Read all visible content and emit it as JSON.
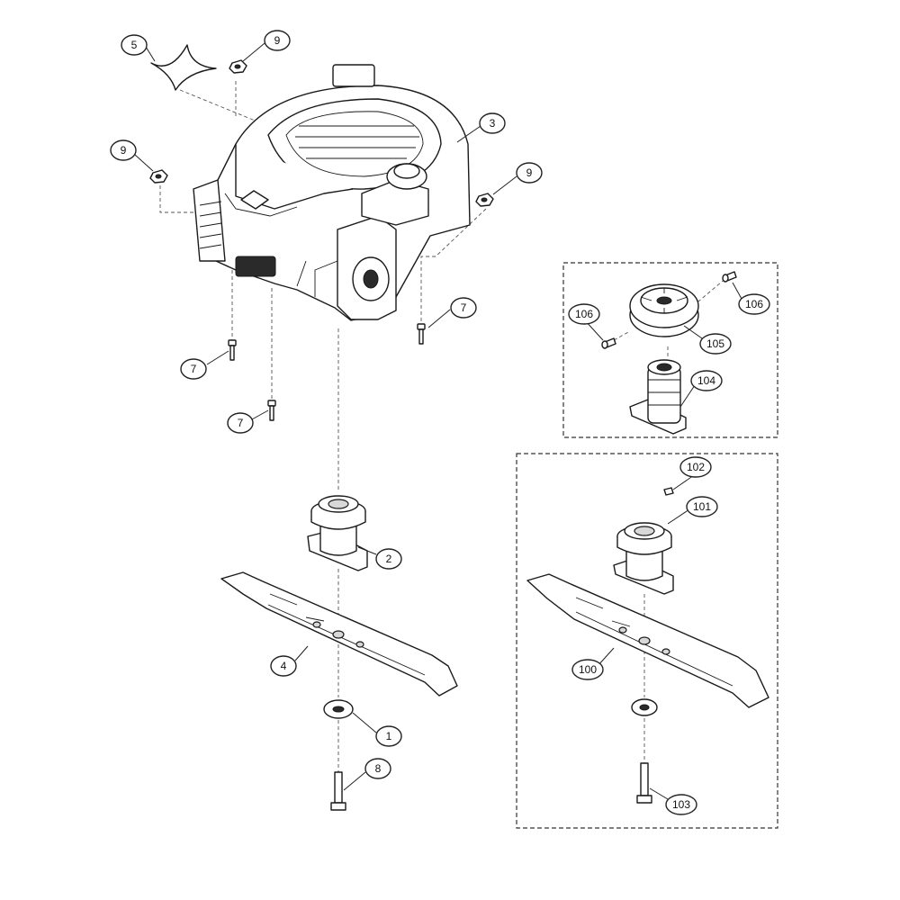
{
  "callouts": {
    "c5": "5",
    "c9a": "9",
    "c9b": "9",
    "c9c": "9",
    "c3": "3",
    "c7a": "7",
    "c7b": "7",
    "c7c": "7",
    "c2": "2",
    "c4": "4",
    "c1": "1",
    "c8": "8",
    "c106a": "106",
    "c106b": "106",
    "c105": "105",
    "c104": "104",
    "c102": "102",
    "c101": "101",
    "c100": "100",
    "c103": "103"
  }
}
